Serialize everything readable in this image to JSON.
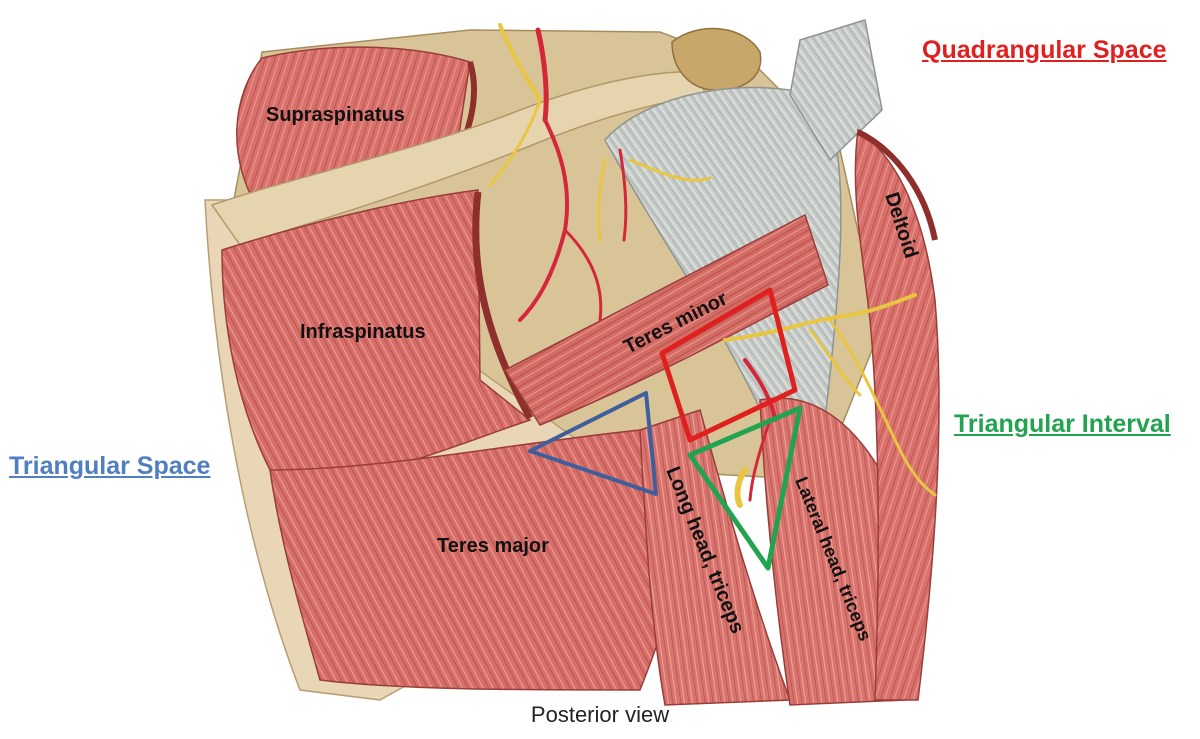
{
  "view_caption": "Posterior view",
  "callouts": {
    "quadrangular_space": "Quadrangular Space",
    "triangular_interval": "Triangular Interval",
    "triangular_space": "Triangular Space"
  },
  "muscles": {
    "supraspinatus": "Supraspinatus",
    "infraspinatus": "Infraspinatus",
    "teres_minor": "Teres minor",
    "teres_major": "Teres major",
    "deltoid": "Deltoid",
    "long_head_triceps": "Long head, triceps",
    "lateral_head_triceps": "Lateral head, triceps"
  },
  "colors": {
    "quadrangular_space": "#e0201f",
    "triangular_interval": "#22a34f",
    "triangular_space": "#3f5f9c",
    "muscle": "#d9706a",
    "bone": "#d9c497",
    "tendon": "#c9ccc8",
    "artery": "#d4283a",
    "nerve": "#e8c640"
  }
}
